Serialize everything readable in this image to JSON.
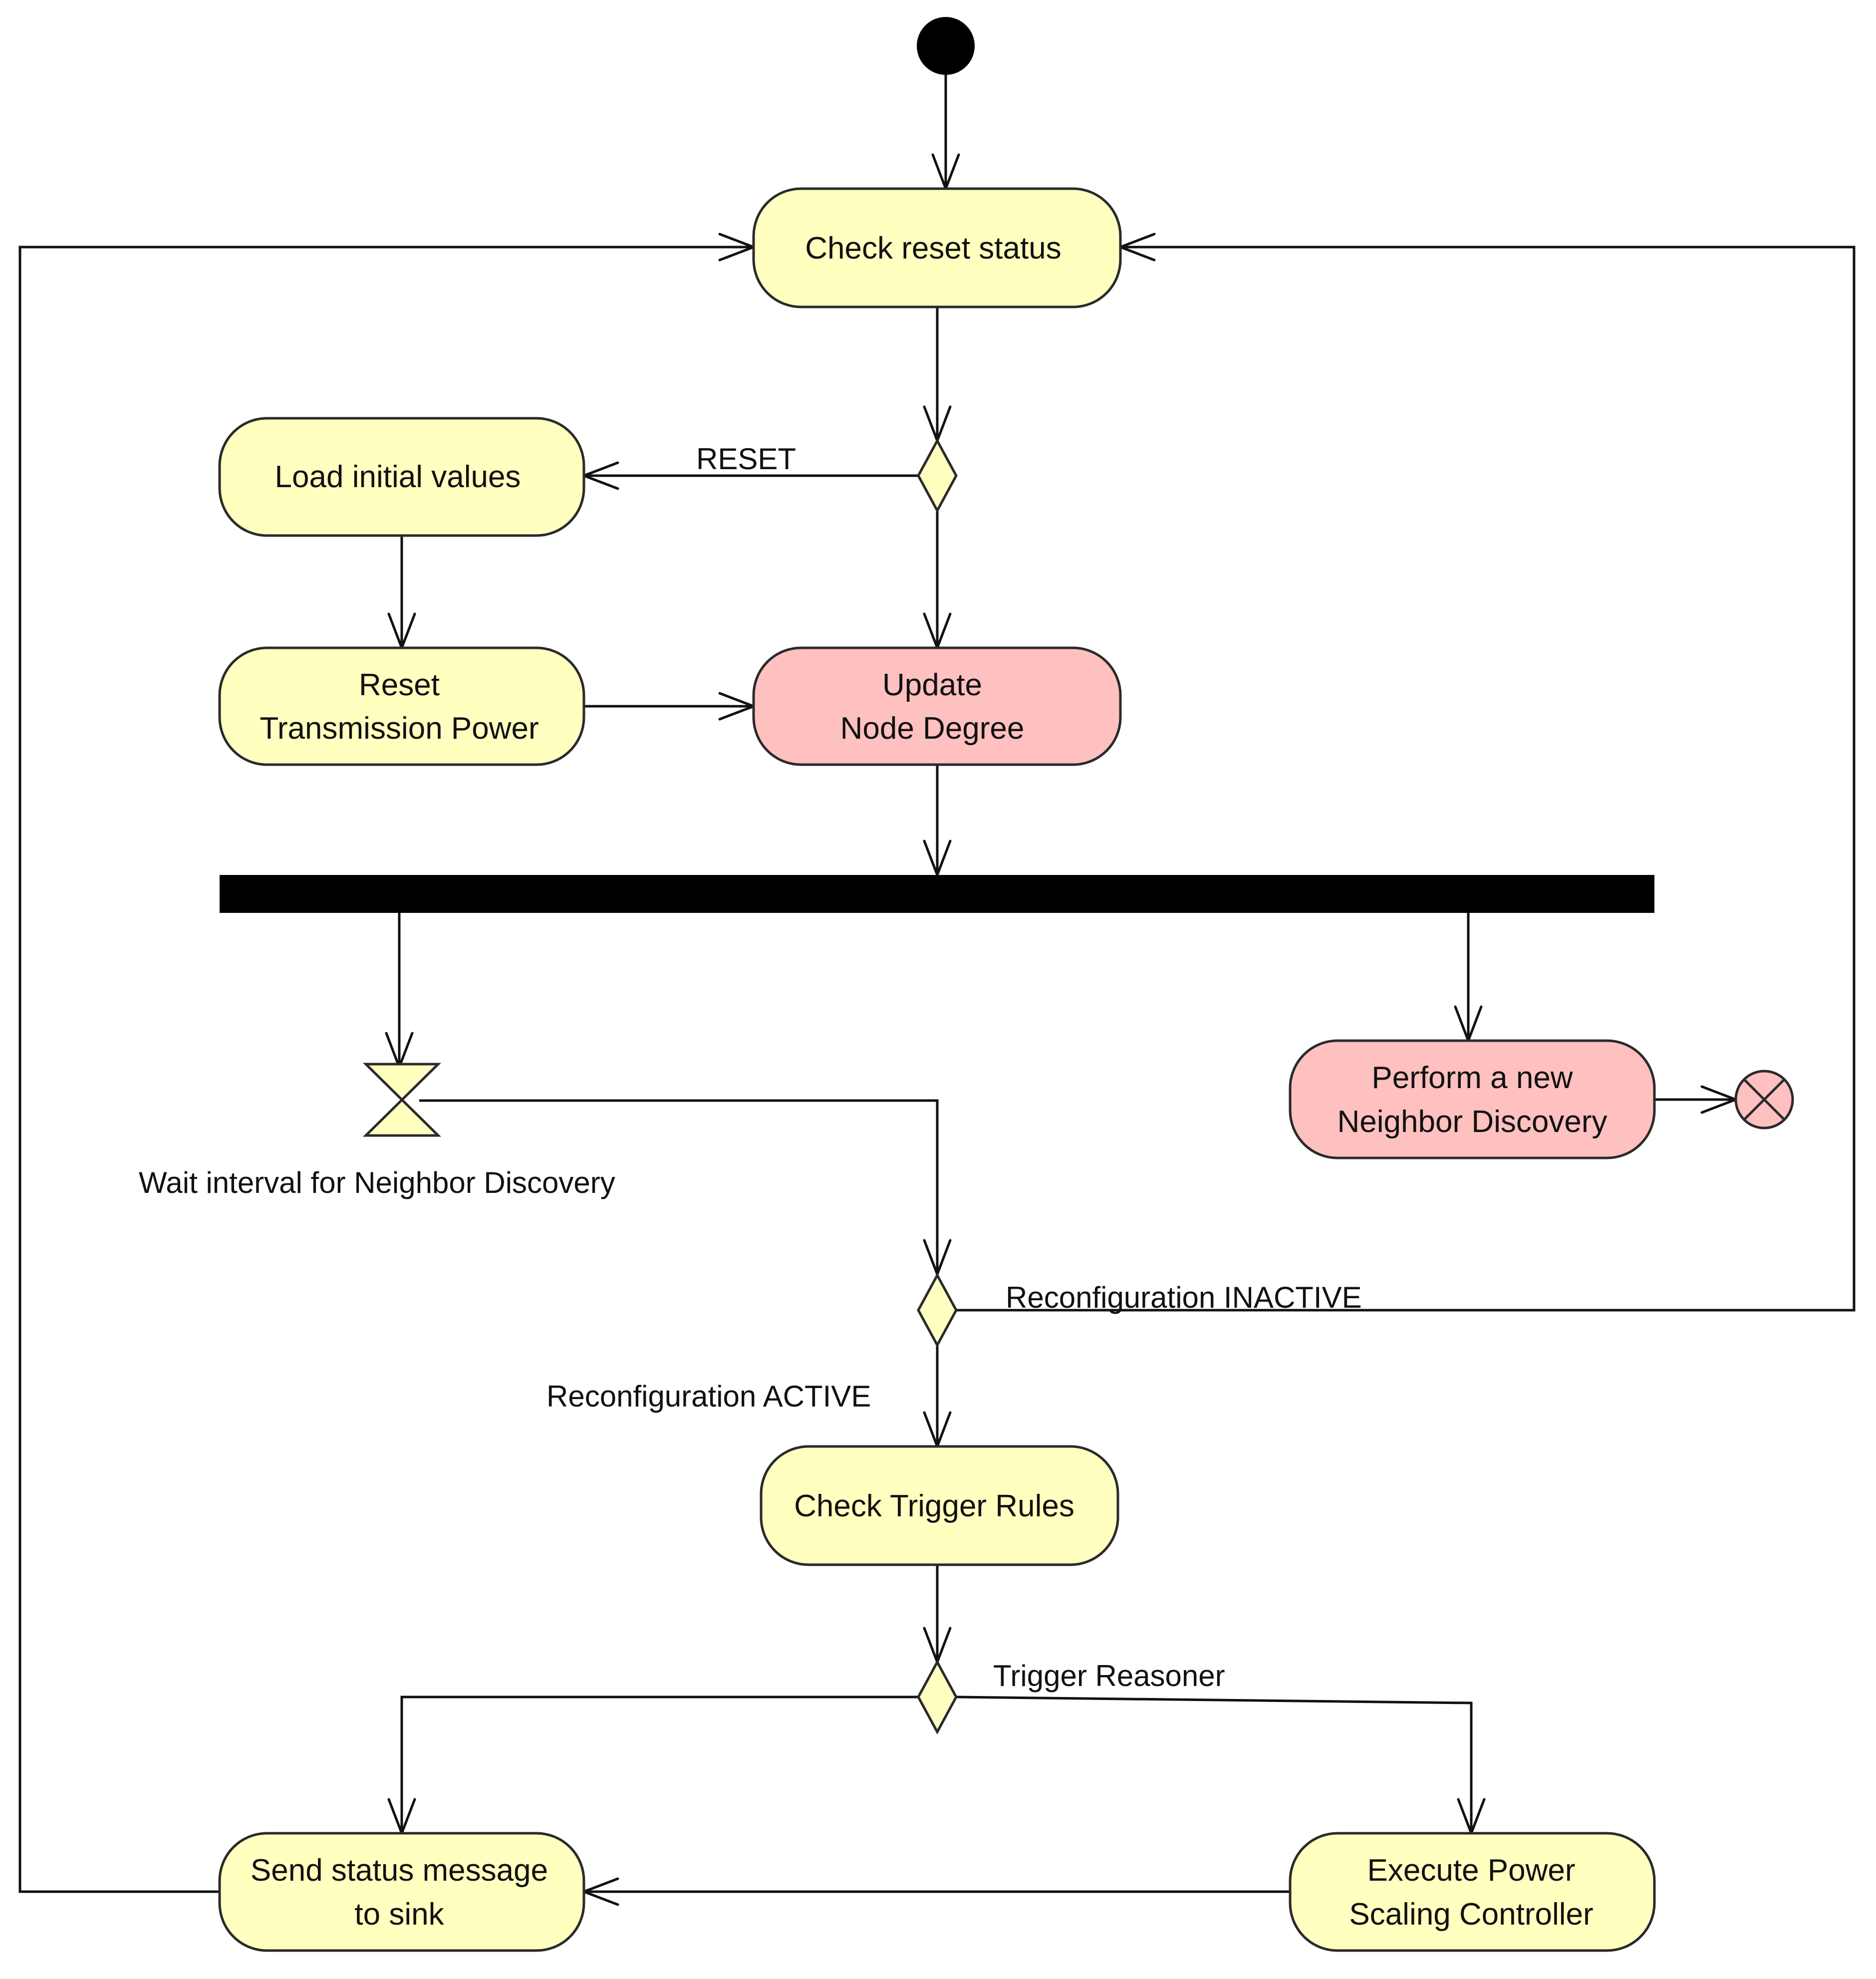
{
  "colors": {
    "action_fill": "#ffffc0",
    "highlight_fill": "#ffc0c0",
    "decision_fill": "#ffffc0",
    "stroke": "#2a2a2a",
    "bar": "#000000"
  },
  "nodes": {
    "check_reset": {
      "lines": [
        "Check reset status"
      ]
    },
    "load_initial": {
      "lines": [
        "Load initial values"
      ]
    },
    "reset_tx": {
      "lines": [
        "Reset",
        "Transmission Power"
      ]
    },
    "update_degree": {
      "lines": [
        "Update",
        "Node Degree"
      ]
    },
    "perform_nd": {
      "lines": [
        "Perform a new",
        "Neighbor Discovery"
      ]
    },
    "check_trigger": {
      "lines": [
        "Check Trigger Rules"
      ]
    },
    "send_status": {
      "lines": [
        "Send status message",
        "to sink"
      ]
    },
    "exec_power": {
      "lines": [
        "Execute Power",
        "Scaling Controller"
      ]
    }
  },
  "labels": {
    "wait": "Wait interval for Neighbor Discovery",
    "reset": "RESET",
    "reconf_inactive": "Reconfiguration INACTIVE",
    "reconf_active": "Reconfiguration ACTIVE",
    "trigger_reasoner": "Trigger Reasoner"
  }
}
